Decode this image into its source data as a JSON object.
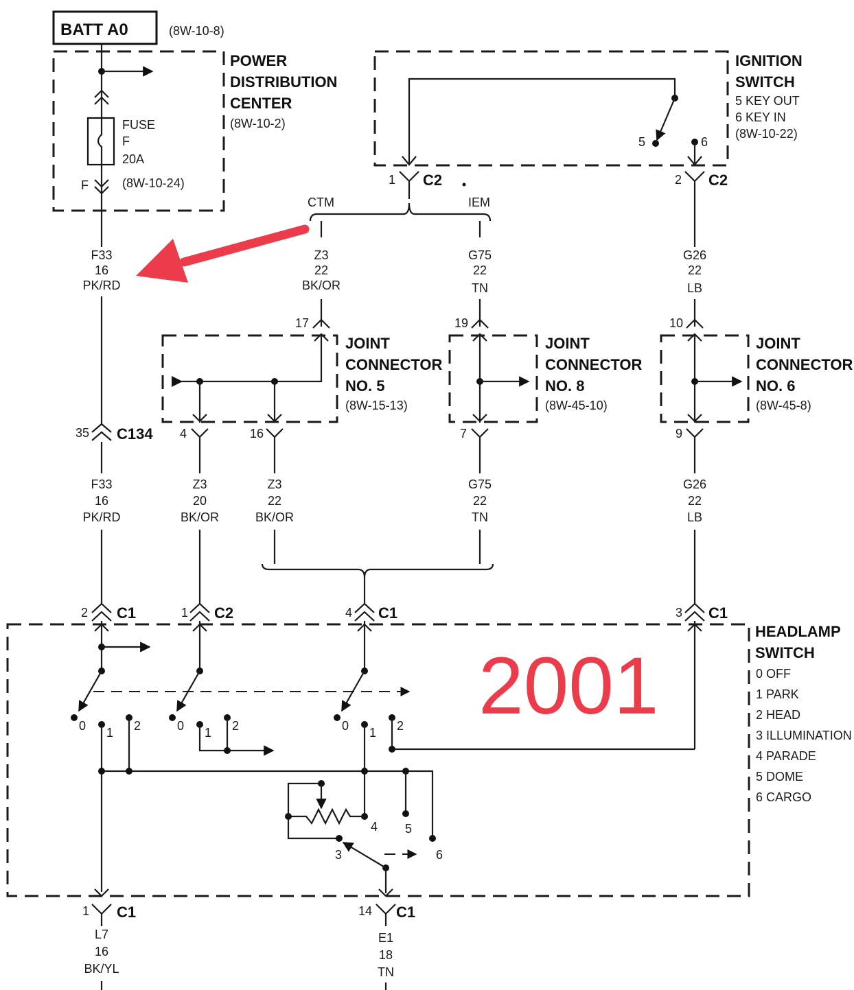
{
  "batt": {
    "title": "BATT A0",
    "ref": "(8W-10-8)"
  },
  "pdc": {
    "line1": "POWER",
    "line2": "DISTRIBUTION",
    "line3": "CENTER",
    "ref": "(8W-10-2)",
    "fuse_label": "FUSE",
    "fuse_letter": "F",
    "fuse_rating": "20A",
    "fuse_ref": "(8W-10-24)",
    "terminal": "F"
  },
  "ignition": {
    "line1": "IGNITION",
    "line2": "SWITCH",
    "pos5": "5 KEY OUT",
    "pos6": "6 KEY IN",
    "ref": "(8W-10-22)",
    "t5": "5",
    "t6": "6"
  },
  "c2_top": {
    "pin1": "1",
    "pin2": "2",
    "name": "C2"
  },
  "branch": {
    "ctm": "CTM",
    "iem": "IEM"
  },
  "wires": {
    "f33": {
      "circuit": "F33",
      "gauge": "16",
      "color": "PK/RD"
    },
    "z3_22": {
      "circuit": "Z3",
      "gauge": "22",
      "color": "BK/OR"
    },
    "g75": {
      "circuit": "G75",
      "gauge": "22",
      "color": "TN"
    },
    "g26": {
      "circuit": "G26",
      "gauge": "22",
      "color": "LB"
    },
    "z3_20": {
      "circuit": "Z3",
      "gauge": "20",
      "color": "BK/OR"
    },
    "l7": {
      "circuit": "L7",
      "gauge": "16",
      "color": "BK/YL"
    },
    "e1": {
      "circuit": "E1",
      "gauge": "18",
      "color": "TN"
    }
  },
  "jc5": {
    "line1": "JOINT",
    "line2": "CONNECTOR",
    "line3": "NO. 5",
    "ref": "(8W-15-13)",
    "pin_in": "17",
    "pin_a": "4",
    "pin_b": "16"
  },
  "jc8": {
    "line1": "JOINT",
    "line2": "CONNECTOR",
    "line3": "NO. 8",
    "ref": "(8W-45-10)",
    "pin_in": "19",
    "pin_out": "7"
  },
  "jc6": {
    "line1": "JOINT",
    "line2": "CONNECTOR",
    "line3": "NO. 6",
    "ref": "(8W-45-8)",
    "pin_in": "10",
    "pin_out": "9"
  },
  "c134": {
    "pin": "35",
    "name": "C134"
  },
  "headlamp_conn": {
    "p2": "2",
    "c1": "C1",
    "p1": "1",
    "c2": "C2",
    "p4": "4",
    "p3": "3",
    "p14": "14"
  },
  "headlamp": {
    "line1": "HEADLAMP",
    "line2": "SWITCH",
    "positions": [
      "0 OFF",
      "1 PARK",
      "2 HEAD",
      "3 ILLUMINATION",
      "4 PARADE",
      "5 DOME",
      "6 CARGO"
    ],
    "contact_labels": {
      "zero": "0",
      "one": "1",
      "two": "2",
      "three": "3",
      "four": "4",
      "five": "5",
      "six": "6"
    }
  },
  "annotation": {
    "year": "2001",
    "color": "#ec3b4a"
  }
}
